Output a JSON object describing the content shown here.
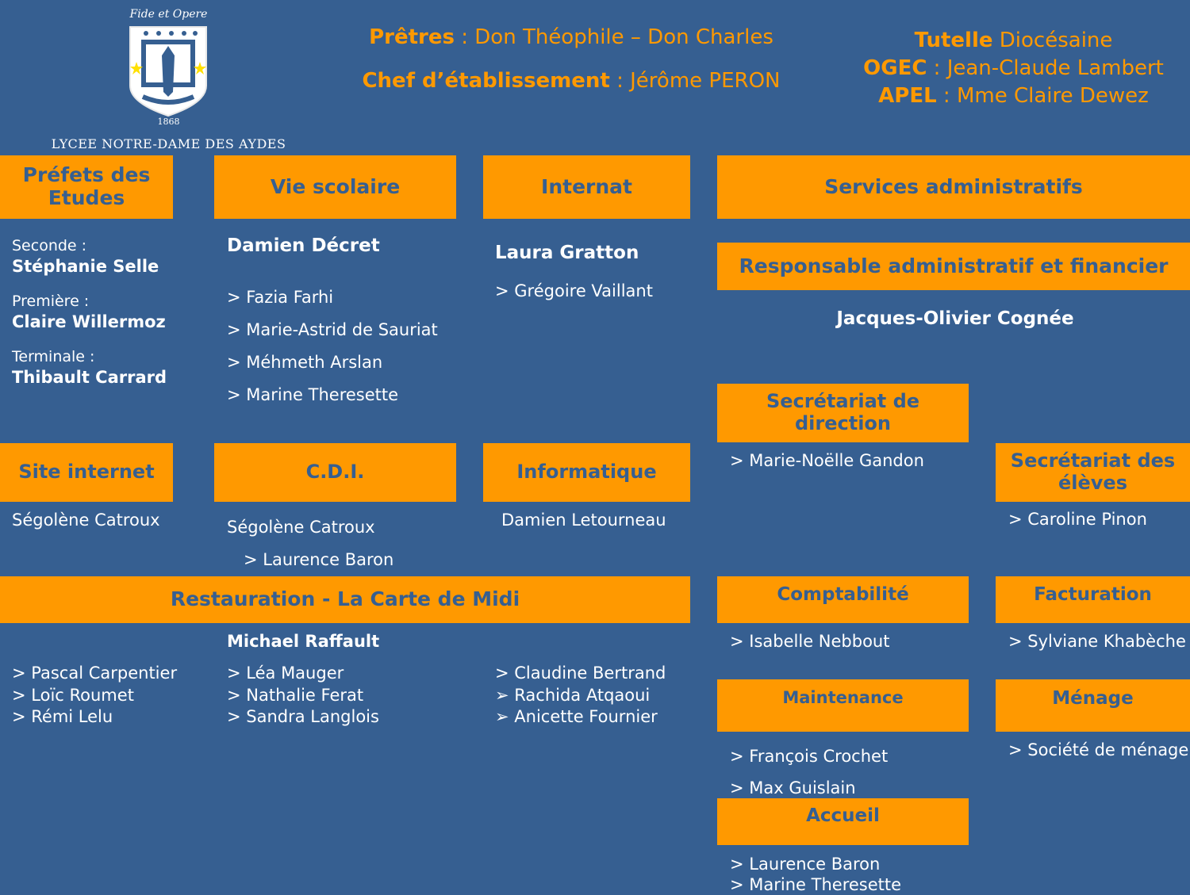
{
  "colors": {
    "background": "#365f91",
    "accent": "#ff9900",
    "text": "#ffffff"
  },
  "logo": {
    "motto": "Fide et Opere",
    "year": "1868",
    "school": "LYCEE NOTRE-DAME DES AYDES"
  },
  "header": {
    "pretres_label": "Prêtres",
    "pretres_sep": " : ",
    "pretres_value": "Don Théophile – Don Charles",
    "chef_label": "Chef d’établissement",
    "chef_sep": " : ",
    "chef_value": "Jérôme PERON",
    "tutelle_label": "Tutelle",
    "tutelle_value": " Diocésaine",
    "ogec_label": "OGEC",
    "ogec_value": " : Jean-Claude Lambert",
    "apel_label": "APEL",
    "apel_value": " : Mme Claire Dewez"
  },
  "prefets": {
    "title_l1": "Préfets des",
    "title_l2": "Etudes",
    "seconde_label": "Seconde :",
    "seconde_name": "Stéphanie Selle",
    "premiere_label": "Première :",
    "premiere_name": "Claire Willermoz",
    "terminale_label": "Terminale :",
    "terminale_name": "Thibault Carrard"
  },
  "vie_scolaire": {
    "title": "Vie scolaire",
    "head": "Damien Décret",
    "members": [
      "> Fazia Farhi",
      "> Marie-Astrid de Sauriat",
      "> Méhmeth Arslan",
      "> Marine Theresette"
    ]
  },
  "internat": {
    "title": "Internat",
    "head": "Laura Gratton",
    "members": [
      "> Grégoire Vaillant"
    ]
  },
  "services_admin": {
    "title": "Services administratifs",
    "raf_title": "Responsable administratif et financier",
    "raf_name": "Jacques-Olivier Cognée"
  },
  "secretariat_direction": {
    "title_l1": "Secrétariat de",
    "title_l2": "direction",
    "members": [
      "> Marie-Noëlle Gandon"
    ]
  },
  "secretariat_eleves": {
    "title_l1": "Secrétariat des",
    "title_l2": "élèves",
    "members": [
      "> Caroline Pinon"
    ]
  },
  "site_internet": {
    "title": "Site internet",
    "name": "Ségolène Catroux"
  },
  "cdi": {
    "title": "C.D.I.",
    "name": "Ségolène Catroux",
    "members": [
      "> Laurence Baron"
    ]
  },
  "informatique": {
    "title": "Informatique",
    "name": "Damien Letourneau"
  },
  "restauration": {
    "title": "Restauration - La Carte de Midi",
    "head": "Michael Raffault",
    "col1": [
      "> Pascal Carpentier",
      "> Loïc Roumet",
      "> Rémi Lelu"
    ],
    "col2": [
      "> Léa Mauger",
      "> Nathalie Ferat",
      "> Sandra Langlois"
    ],
    "col3": [
      "> Claudine Bertrand",
      "➢  Rachida Atqaoui",
      "➢  Anicette Fournier"
    ]
  },
  "comptabilite": {
    "title": "Comptabilité",
    "members": [
      "> Isabelle Nebbout"
    ]
  },
  "facturation": {
    "title": "Facturation",
    "members": [
      "> Sylviane Khabèche"
    ]
  },
  "maintenance": {
    "title": "Maintenance",
    "members": [
      "> François Crochet",
      "> Max Guislain"
    ]
  },
  "menage": {
    "title": "Ménage",
    "members": [
      "> Société de ménage"
    ]
  },
  "accueil": {
    "title": "Accueil",
    "members": [
      "> Laurence Baron",
      "> Marine Theresette"
    ]
  }
}
